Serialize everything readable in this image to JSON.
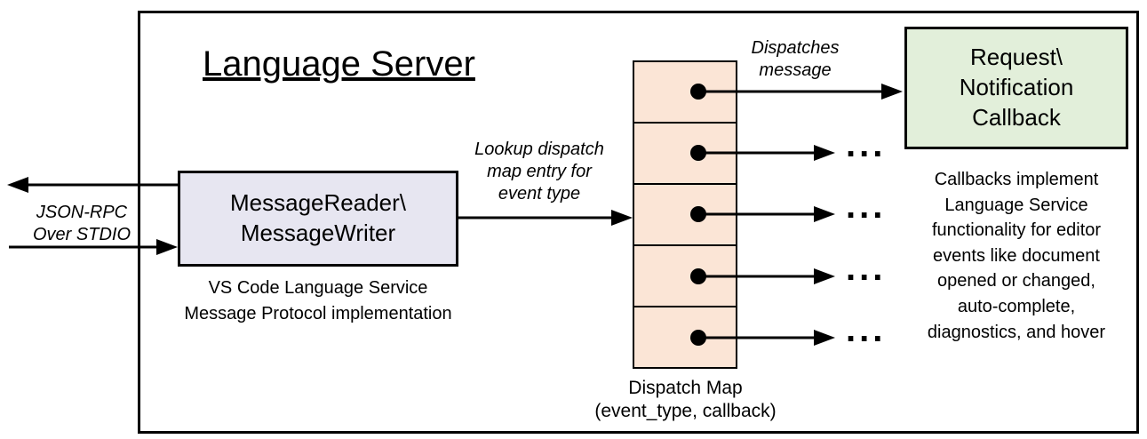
{
  "diagram": {
    "title": "Language Server",
    "message_reader": {
      "label": "MessageReader\\\nMessageWriter",
      "caption": "VS Code Language Service\nMessage Protocol implementation"
    },
    "stdio_label": "JSON-RPC\nOver STDIO",
    "lookup_label": "Lookup dispatch\nmap entry for\nevent type",
    "dispatches_label": "Dispatches\nmessage",
    "callback_box_label": "Request\\\nNotification\nCallback",
    "callbacks_description": "Callbacks implement\nLanguage Service\nfunctionality for editor\nevents like document\nopened or changed,\nauto-complete,\ndiagnostics, and hover",
    "dispatch_map": {
      "rows": 5,
      "caption": "Dispatch Map\n(event_type, callback)"
    },
    "ellipsis": "...",
    "colors": {
      "message_reader_fill": "#E7E6F1",
      "dispatch_map_fill": "#FBE5D6",
      "callback_fill": "#E2EFDA",
      "stroke": "#000000"
    }
  }
}
